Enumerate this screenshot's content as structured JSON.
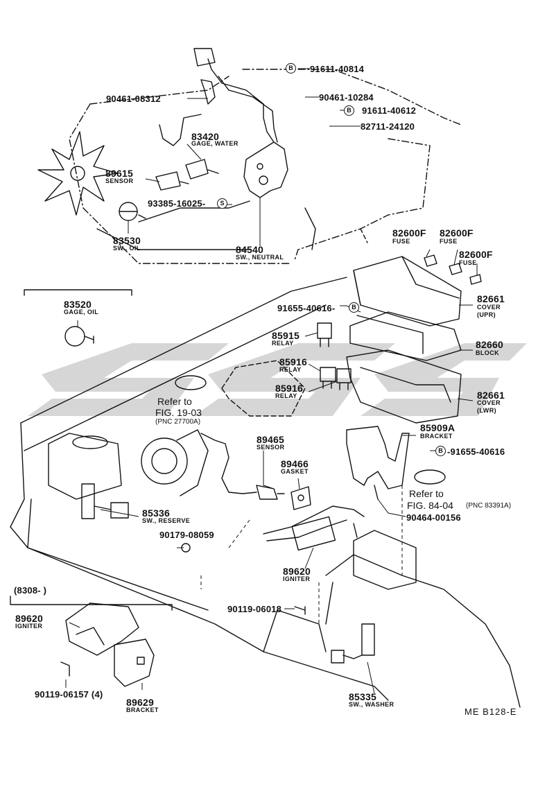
{
  "parts": [
    {
      "id": "p1",
      "number": "91611-40814",
      "badge": "B"
    },
    {
      "id": "p2",
      "number": "90461-10284"
    },
    {
      "id": "p3",
      "number": "90461-08312"
    },
    {
      "id": "p4",
      "number": "91611-40612",
      "badge": "B"
    },
    {
      "id": "p5",
      "number": "82711-24120"
    },
    {
      "id": "p6",
      "number": "83420",
      "desc": "GAGE, WATER"
    },
    {
      "id": "p7",
      "number": "89615",
      "desc": "SENSOR"
    },
    {
      "id": "p8",
      "number": "93385-16025-",
      "badge": "S"
    },
    {
      "id": "p9",
      "number": "83530",
      "desc": "SW., OIL"
    },
    {
      "id": "p10",
      "number": "84540",
      "desc": "SW., NEUTRAL"
    },
    {
      "id": "p11",
      "number": "82600F",
      "desc": "FUSE"
    },
    {
      "id": "p12",
      "number": "82600F",
      "desc": "FUSE"
    },
    {
      "id": "p13",
      "number": "82600F",
      "desc": "FUSE"
    },
    {
      "id": "p14",
      "number": "83520",
      "desc": "GAGE, OIL"
    },
    {
      "id": "p15",
      "number": "91655-40616-",
      "badge": "B"
    },
    {
      "id": "p16",
      "number": "82661",
      "desc": "COVER",
      "desc2": "(UPR)"
    },
    {
      "id": "p17",
      "number": "85915",
      "desc": "RELAY"
    },
    {
      "id": "p18",
      "number": "82660",
      "desc": "BLOCK"
    },
    {
      "id": "p19",
      "number": "85916",
      "desc": "RELAY"
    },
    {
      "id": "p20",
      "number": "85916",
      "desc": "RELAY"
    },
    {
      "id": "p21",
      "number": "82661",
      "desc": "COVER",
      "desc2": "(LWR)"
    },
    {
      "id": "p22",
      "number": "89465",
      "desc": "SENSOR"
    },
    {
      "id": "p23",
      "number": "85909A",
      "desc": "BRACKET"
    },
    {
      "id": "p24",
      "number": "89466",
      "desc": "GASKET"
    },
    {
      "id": "p25",
      "number": "-91655-40616",
      "badge": "B"
    },
    {
      "id": "p26",
      "number": "85336",
      "desc": "SW., RESERVE"
    },
    {
      "id": "p27",
      "number": "90464-00156"
    },
    {
      "id": "p28",
      "number": "90179-08059"
    },
    {
      "id": "p29",
      "number": "89620",
      "desc": "IGNITER"
    },
    {
      "id": "p30",
      "number": "90119-06018"
    },
    {
      "id": "p31",
      "number": "89620",
      "desc": "IGNITER"
    },
    {
      "id": "p32",
      "number": "90119-06157 (4)"
    },
    {
      "id": "p33",
      "number": "89629",
      "desc": "BRACKET"
    },
    {
      "id": "p34",
      "number": "85335",
      "desc": "SW., WASHER"
    }
  ],
  "refs": [
    {
      "id": "r1",
      "line1": "Refer to",
      "line2": "FIG. 19-03",
      "line3": "(PNC 27700A)"
    },
    {
      "id": "r2",
      "line1": "Refer to",
      "line2": "FIG. 84-04",
      "line3": "(PNC 83391A)"
    }
  ],
  "inset": {
    "label": "(8308-        )"
  },
  "diagram_code": "ME  B128-E",
  "watermark": {
    "text": "SSS",
    "color": "#c9c9c9"
  }
}
